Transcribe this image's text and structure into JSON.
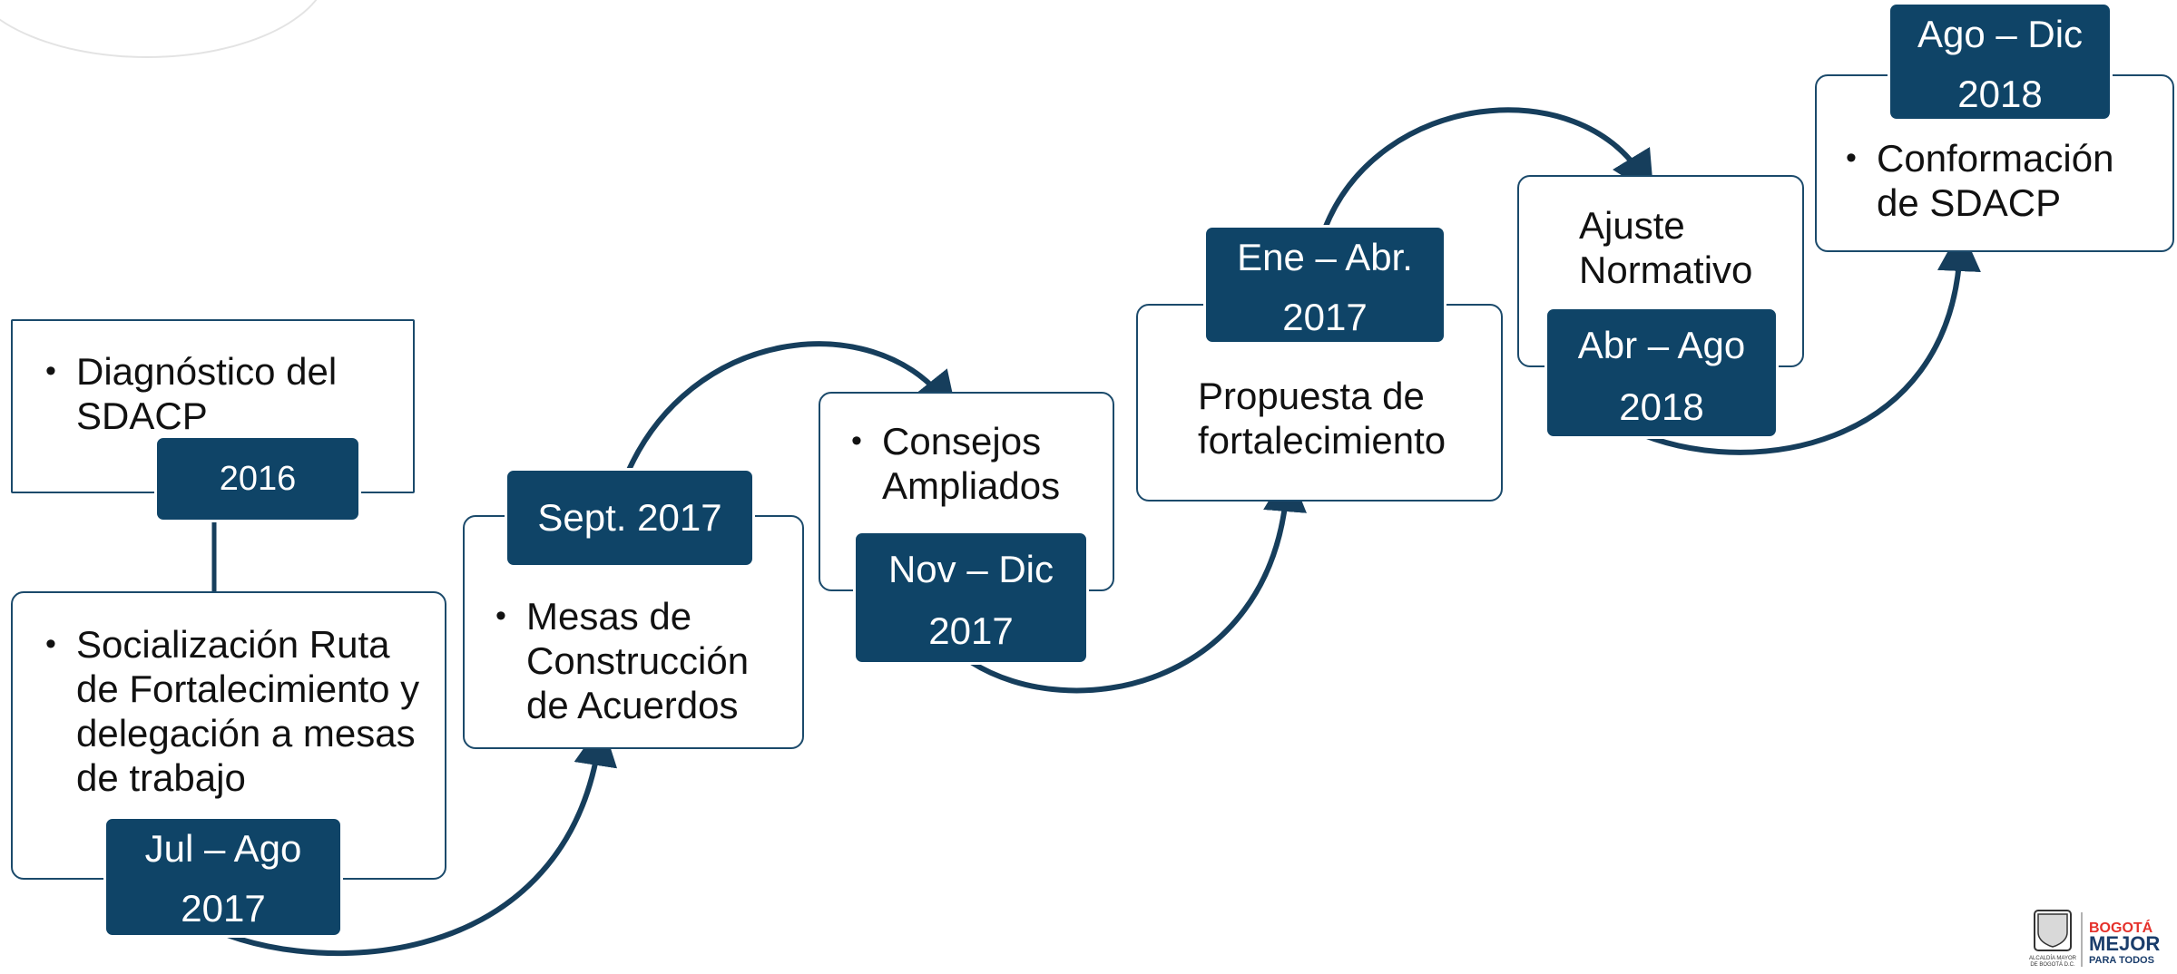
{
  "steps": [
    {
      "text": "Diagnóstico del SDACP",
      "date": "2016"
    },
    {
      "text": "Socialización Ruta de Fortalecimiento y delegación a mesas de trabajo",
      "date_line1": "Jul – Ago",
      "date_line2": "2017"
    },
    {
      "text": "Mesas de Construcción de Acuerdos",
      "date": "Sept. 2017"
    },
    {
      "text": "Consejos Ampliados",
      "date_line1": "Nov – Dic",
      "date_line2": "2017"
    },
    {
      "text": "Propuesta de fortalecimiento",
      "date_line1": "Ene – Abr.",
      "date_line2": "2017"
    },
    {
      "text": "Ajuste Normativo",
      "date_line1": "Abr – Ago",
      "date_line2": "2018"
    },
    {
      "text": "Conformación de SDACP",
      "date_line1": "Ago – Dic",
      "date_line2": "2018"
    }
  ],
  "logo": {
    "seal_text": "ALCALDÍA MAYOR DE BOGOTÁ D.C.",
    "brand_line1": "BOGOTÁ",
    "brand_line2": "MEJOR",
    "brand_line3": "PARA TODOS"
  },
  "colors": {
    "accent": "#0f4467",
    "arc": "#163e5c"
  }
}
